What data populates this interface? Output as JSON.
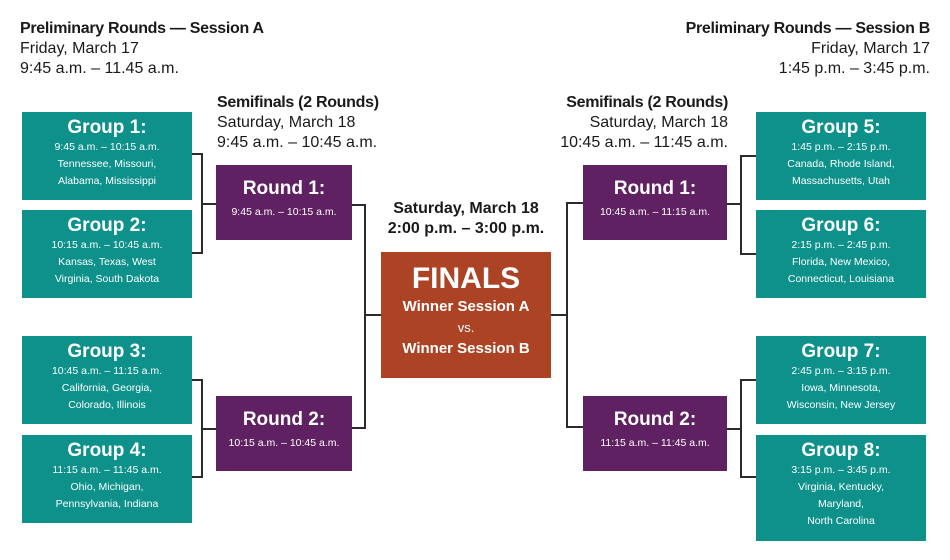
{
  "session_a": {
    "title": "Preliminary Rounds — Session A",
    "date": "Friday, March 17",
    "time": "9:45 a.m. – 11.45 a.m."
  },
  "session_b": {
    "title": "Preliminary Rounds — Session B",
    "date": "Friday, March 17",
    "time": "1:45 p.m. – 3:45 p.m."
  },
  "semis_a": {
    "title": "Semifinals (2 Rounds)",
    "date": "Saturday, March 18",
    "time": "9:45 a.m. – 10:45 a.m."
  },
  "semis_b": {
    "title": "Semifinals (2 Rounds)",
    "date": "Saturday, March 18",
    "time": "10:45 a.m. – 11:45 a.m."
  },
  "finals": {
    "date": "Saturday, March 18",
    "time": "2:00 p.m. – 3:00 p.m.",
    "title": "FINALS",
    "line1": "Winner Session A",
    "vs": "vs.",
    "line2": "Winner Session B"
  },
  "groups": [
    {
      "title": "Group 1:",
      "time": "9:45 a.m. – 10:15 a.m.",
      "teams": [
        "Tennessee, Missouri,",
        "Alabama, Mississippi"
      ]
    },
    {
      "title": "Group 2:",
      "time": "10:15 a.m. – 10:45 a.m.",
      "teams": [
        "Kansas, Texas, West",
        "Virginia, South Dakota"
      ]
    },
    {
      "title": "Group 3:",
      "time": "10:45 a.m. – 11:15 a.m.",
      "teams": [
        "California, Georgia,",
        "Colorado, Illinois"
      ]
    },
    {
      "title": "Group 4:",
      "time": "11:15 a.m. – 11:45 a.m.",
      "teams": [
        "Ohio, Michigan,",
        "Pennsylvania, Indiana"
      ]
    },
    {
      "title": "Group 5:",
      "time": "1:45 p.m. – 2:15 p.m.",
      "teams": [
        "Canada, Rhode Island,",
        "Massachusetts, Utah"
      ]
    },
    {
      "title": "Group 6:",
      "time": "2:15 p.m. – 2:45 p.m.",
      "teams": [
        "Florida, New Mexico,",
        "Connecticut, Louisiana"
      ]
    },
    {
      "title": "Group 7:",
      "time": "2:45 p.m. – 3:15 p.m.",
      "teams": [
        "Iowa, Minnesota,",
        "Wisconsin, New Jersey"
      ]
    },
    {
      "title": "Group 8:",
      "time": "3:15 p.m. – 3:45 p.m.",
      "teams": [
        "Virginia, Kentucky,",
        "Maryland,",
        "North Carolina"
      ]
    }
  ],
  "rounds": [
    {
      "title": "Round 1:",
      "time": "9:45 a.m. – 10:15 a.m."
    },
    {
      "title": "Round 2:",
      "time": "10:15 a.m. – 10:45 a.m."
    },
    {
      "title": "Round 1:",
      "time": "10:45 a.m. – 11:15 a.m."
    },
    {
      "title": "Round 2:",
      "time": "11:15 a.m. – 11:45 a.m."
    }
  ],
  "colors": {
    "group": "#0d918a",
    "round": "#5f2161",
    "finals": "#ab4324"
  }
}
